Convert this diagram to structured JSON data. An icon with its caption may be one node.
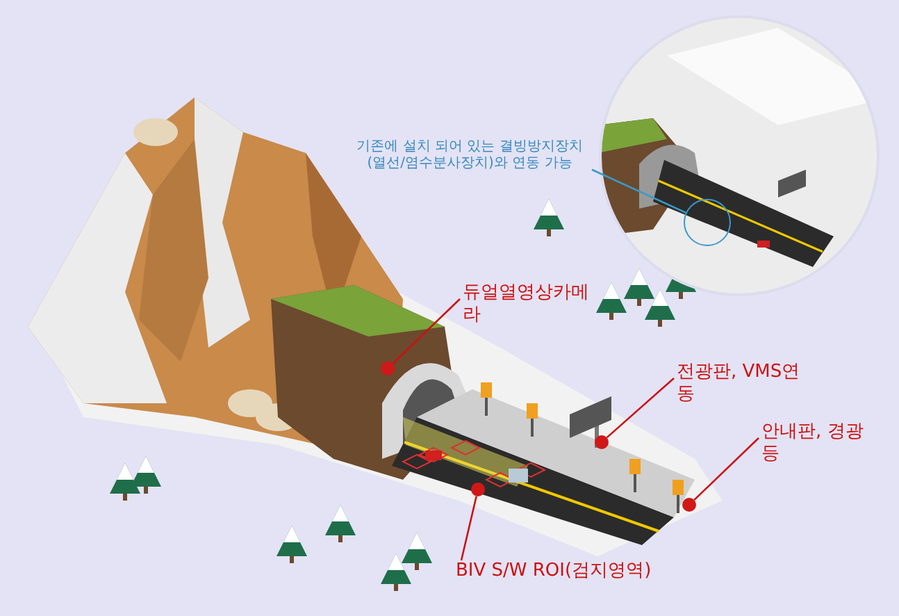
{
  "diagram": {
    "nodes": [
      {
        "text": [
          "듀얼열영상카메라"
        ]
      },
      {
        "text": [],
        "shape": "circle"
      },
      {
        "text": [
          "전광판, VMS연동"
        ]
      },
      {
        "text": [],
        "shape": "circle"
      },
      {
        "text": [
          "안내판, 경광등"
        ]
      },
      {
        "text": [],
        "shape": "circle"
      },
      {
        "text": [
          "BIV S/W ROI(검지영역)"
        ]
      },
      {
        "text": [],
        "shape": "circle"
      },
      {
        "text": [
          "기존에 설치 되어 있는 결빙방지장치 (열선/염수분사장치)와 연동 가능"
        ]
      },
      {
        "text": [],
        "shape": "circle"
      }
    ],
    "edges": [
      {
        "from": 0,
        "to": 1,
        "arrow": "none"
      },
      {
        "from": 2,
        "to": 3,
        "arrow": "none"
      },
      {
        "from": 4,
        "to": 5,
        "arrow": "none"
      },
      {
        "from": 6,
        "to": 7,
        "arrow": "none"
      },
      {
        "from": 8,
        "to": 9,
        "arrow": "none",
        "color": "#3a9ac8"
      }
    ]
  }
}
